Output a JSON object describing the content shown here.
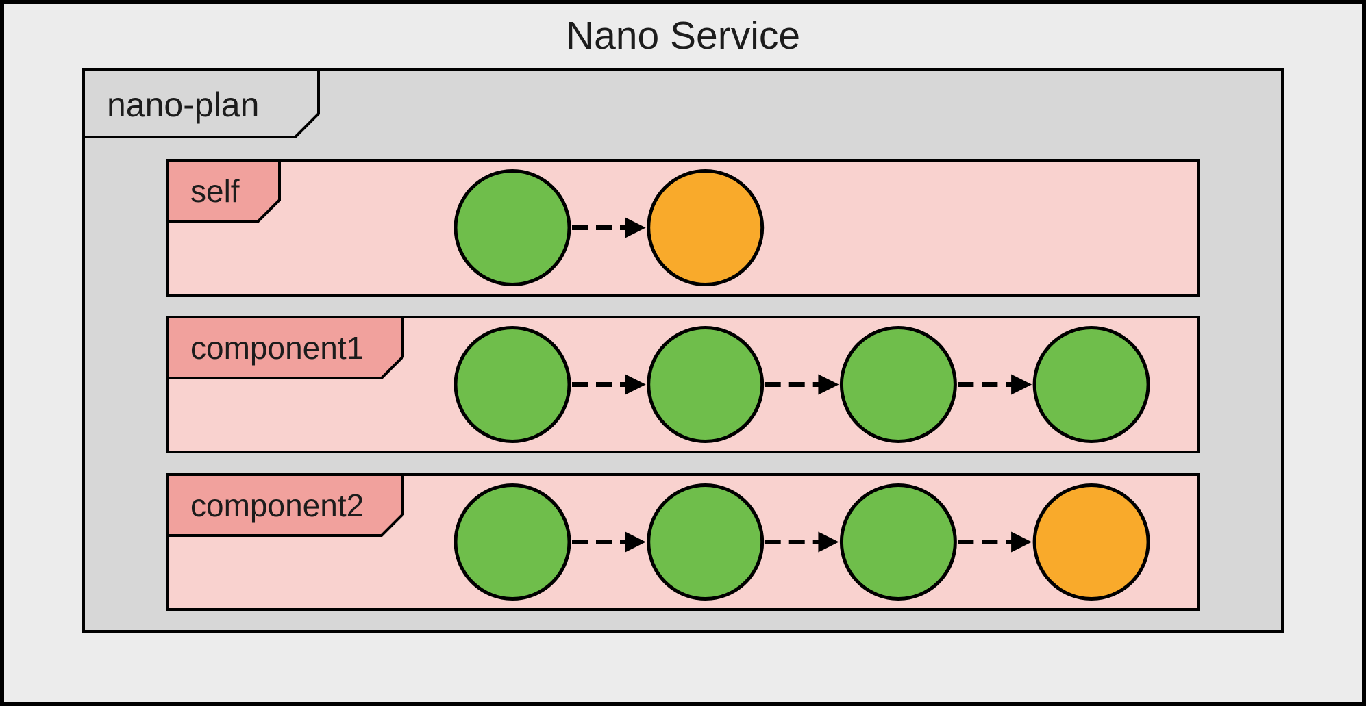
{
  "title": "Nano Service",
  "plan": {
    "label": "nano-plan"
  },
  "lanes": [
    {
      "label": "self",
      "steps": [
        {
          "color": "green"
        },
        {
          "color": "orange"
        }
      ]
    },
    {
      "label": "component1",
      "steps": [
        {
          "color": "green"
        },
        {
          "color": "green"
        },
        {
          "color": "green"
        },
        {
          "color": "green"
        }
      ]
    },
    {
      "label": "component2",
      "steps": [
        {
          "color": "green"
        },
        {
          "color": "green"
        },
        {
          "color": "green"
        },
        {
          "color": "orange"
        }
      ]
    }
  ],
  "colors": {
    "green": "#6FBE4B",
    "orange": "#F9AA2B",
    "background": "#ECECEC",
    "plan_fill": "#D7D7D7",
    "lane_fill": "#F9D2CF",
    "tab_fill": "#F1A19D",
    "stroke": "#000000"
  }
}
